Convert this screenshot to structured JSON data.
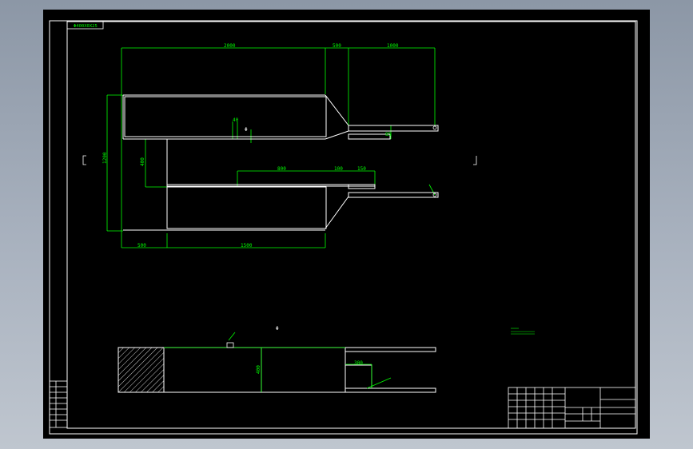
{
  "drawing": {
    "tag_label": "Φ400X0X25",
    "dims": {
      "top_2000": "2000",
      "top_500": "500",
      "top_1000": "1000",
      "dim_40": "40",
      "dim_85": "85",
      "dim_1200": "1200",
      "dim_400": "400",
      "dim_800": "800",
      "dim_100": "100",
      "dim_150": "150",
      "bottom_500": "500",
      "bottom_1500": "1500",
      "phi_label": "Φ",
      "bottom_section_300": "300",
      "bottom_section_400": "400"
    }
  },
  "colors": {
    "background": "#000000",
    "outline": "#ffffff",
    "dimension": "#00ff00"
  }
}
